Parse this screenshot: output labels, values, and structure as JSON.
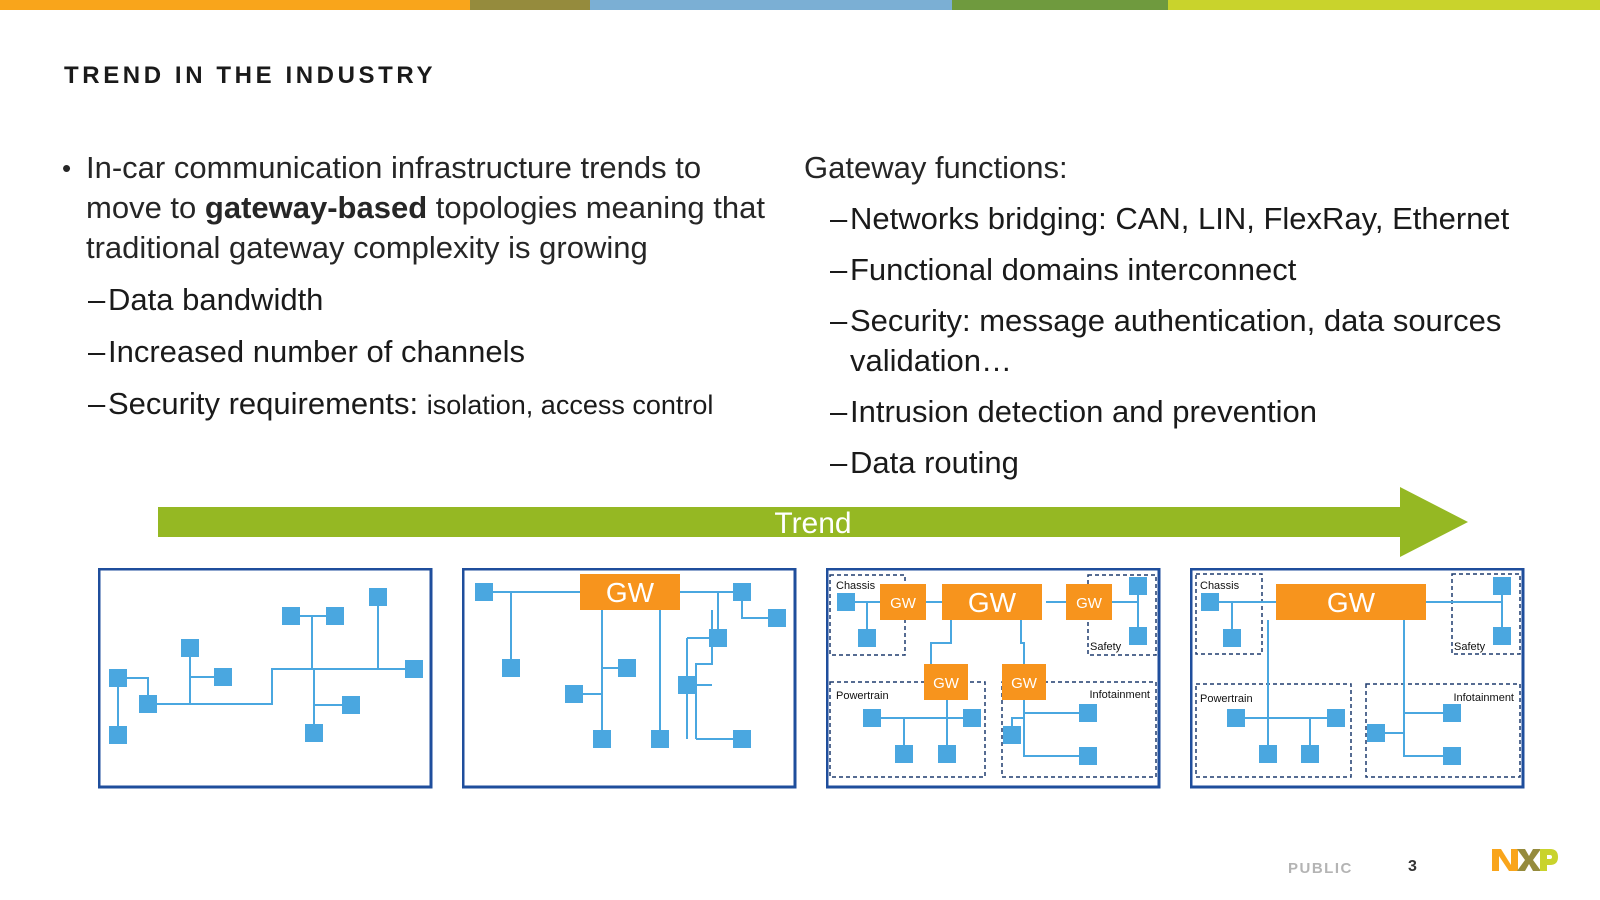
{
  "slide": {
    "title": "TREND IN THE INDUSTRY",
    "top_bar_colors": [
      "#f9a51b",
      "#958b3d",
      "#7bafd4",
      "#6f9a3e",
      "#c9d32c"
    ]
  },
  "left": {
    "bullet_marker": "•",
    "bullet_parts": {
      "p1": "In-car communication infrastructure trends to move to ",
      "bold": "gateway-based",
      "p2": " topologies meaning that traditional gateway complexity is growing"
    },
    "sub_marker": "–",
    "subs": {
      "s1": "Data bandwidth",
      "s2": "Increased number of channels",
      "s3_main": "Security requirements: ",
      "s3_small": "isolation, access control"
    }
  },
  "right": {
    "heading": "Gateway functions:",
    "sub_marker": "–",
    "items": [
      "Networks bridging: CAN, LIN, FlexRay, Ethernet",
      "Functional domains interconnect",
      "Security: message authentication, data sources validation…",
      "Intrusion detection and prevention",
      "Data routing"
    ]
  },
  "trend": {
    "label": "Trend",
    "color": "#95b823"
  },
  "diagrams": {
    "gw": "GW",
    "chassis": "Chassis",
    "safety": "Safety",
    "powertrain": "Powertrain",
    "infotainment": "Infotainment",
    "gateway_color": "#f7941d",
    "node_color": "#4aa7e0",
    "frame_color": "#1f4e9c",
    "line_color": "#4aa7e0"
  },
  "footer": {
    "classification": "PUBLIC",
    "page": "3",
    "logo_text": "NXP"
  }
}
